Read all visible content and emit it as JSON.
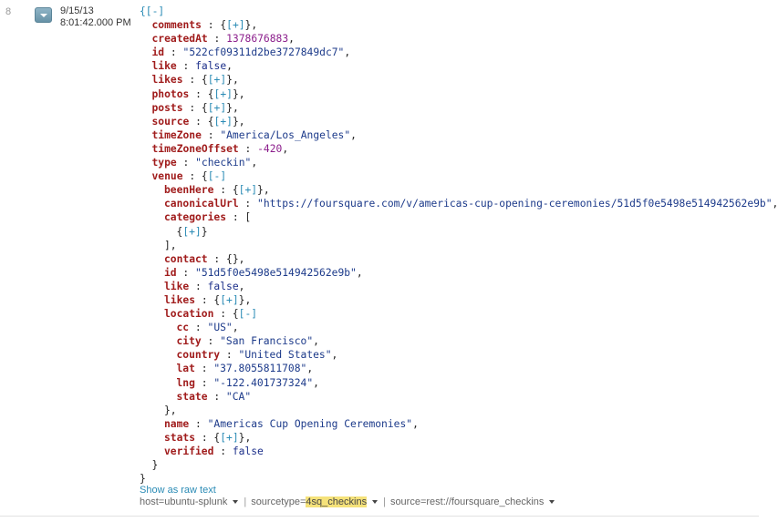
{
  "event": {
    "row_number": "8",
    "date": "9/15/13",
    "time": "8:01:42.000 PM",
    "toggle_icon": "chevron-down-icon"
  },
  "json_lines": [
    {
      "i": 0,
      "parts": [
        [
          "t",
          "{[-]"
        ]
      ]
    },
    {
      "i": 1,
      "parts": [
        [
          "k",
          "comments"
        ],
        [
          "p",
          " : {"
        ],
        [
          "t",
          "[+]"
        ],
        [
          "p",
          "},"
        ]
      ]
    },
    {
      "i": 1,
      "parts": [
        [
          "k",
          "createdAt"
        ],
        [
          "p",
          " : "
        ],
        [
          "n",
          "1378676883"
        ],
        [
          "p",
          ","
        ]
      ]
    },
    {
      "i": 1,
      "parts": [
        [
          "k",
          "id"
        ],
        [
          "p",
          " : "
        ],
        [
          "s",
          "\"522cf09311d2be3727849dc7\""
        ],
        [
          "p",
          ","
        ]
      ]
    },
    {
      "i": 1,
      "parts": [
        [
          "k",
          "like"
        ],
        [
          "p",
          " : "
        ],
        [
          "b",
          "false"
        ],
        [
          "p",
          ","
        ]
      ]
    },
    {
      "i": 1,
      "parts": [
        [
          "k",
          "likes"
        ],
        [
          "p",
          " : {"
        ],
        [
          "t",
          "[+]"
        ],
        [
          "p",
          "},"
        ]
      ]
    },
    {
      "i": 1,
      "parts": [
        [
          "k",
          "photos"
        ],
        [
          "p",
          " : {"
        ],
        [
          "t",
          "[+]"
        ],
        [
          "p",
          "},"
        ]
      ]
    },
    {
      "i": 1,
      "parts": [
        [
          "k",
          "posts"
        ],
        [
          "p",
          " : {"
        ],
        [
          "t",
          "[+]"
        ],
        [
          "p",
          "},"
        ]
      ]
    },
    {
      "i": 1,
      "parts": [
        [
          "k",
          "source"
        ],
        [
          "p",
          " : {"
        ],
        [
          "t",
          "[+]"
        ],
        [
          "p",
          "},"
        ]
      ]
    },
    {
      "i": 1,
      "parts": [
        [
          "k",
          "timeZone"
        ],
        [
          "p",
          " : "
        ],
        [
          "s",
          "\"America/Los_Angeles\""
        ],
        [
          "p",
          ","
        ]
      ]
    },
    {
      "i": 1,
      "parts": [
        [
          "k",
          "timeZoneOffset"
        ],
        [
          "p",
          " : "
        ],
        [
          "n",
          "-420"
        ],
        [
          "p",
          ","
        ]
      ]
    },
    {
      "i": 1,
      "parts": [
        [
          "k",
          "type"
        ],
        [
          "p",
          " : "
        ],
        [
          "s",
          "\"checkin\""
        ],
        [
          "p",
          ","
        ]
      ]
    },
    {
      "i": 1,
      "parts": [
        [
          "k",
          "venue"
        ],
        [
          "p",
          " : {"
        ],
        [
          "t",
          "[-]"
        ]
      ]
    },
    {
      "i": 2,
      "parts": [
        [
          "k",
          "beenHere"
        ],
        [
          "p",
          " : {"
        ],
        [
          "t",
          "[+]"
        ],
        [
          "p",
          "},"
        ]
      ]
    },
    {
      "i": 2,
      "parts": [
        [
          "k",
          "canonicalUrl"
        ],
        [
          "p",
          " : "
        ],
        [
          "s",
          "\"https://foursquare.com/v/americas-cup-opening-ceremonies/51d5f0e5498e514942562e9b\""
        ],
        [
          "p",
          ","
        ]
      ]
    },
    {
      "i": 2,
      "parts": [
        [
          "k",
          "categories"
        ],
        [
          "p",
          " : ["
        ]
      ]
    },
    {
      "i": 3,
      "parts": [
        [
          "p",
          "{"
        ],
        [
          "t",
          "[+]"
        ],
        [
          "p",
          "}"
        ]
      ]
    },
    {
      "i": 2,
      "parts": [
        [
          "p",
          "],"
        ]
      ]
    },
    {
      "i": 2,
      "parts": [
        [
          "k",
          "contact"
        ],
        [
          "p",
          " : {},"
        ]
      ]
    },
    {
      "i": 2,
      "parts": [
        [
          "k",
          "id"
        ],
        [
          "p",
          " : "
        ],
        [
          "s",
          "\"51d5f0e5498e514942562e9b\""
        ],
        [
          "p",
          ","
        ]
      ]
    },
    {
      "i": 2,
      "parts": [
        [
          "k",
          "like"
        ],
        [
          "p",
          " : "
        ],
        [
          "b",
          "false"
        ],
        [
          "p",
          ","
        ]
      ]
    },
    {
      "i": 2,
      "parts": [
        [
          "k",
          "likes"
        ],
        [
          "p",
          " : {"
        ],
        [
          "t",
          "[+]"
        ],
        [
          "p",
          "},"
        ]
      ]
    },
    {
      "i": 2,
      "parts": [
        [
          "k",
          "location"
        ],
        [
          "p",
          " : {"
        ],
        [
          "t",
          "[-]"
        ]
      ]
    },
    {
      "i": 3,
      "parts": [
        [
          "k",
          "cc"
        ],
        [
          "p",
          " : "
        ],
        [
          "s",
          "\"US\""
        ],
        [
          "p",
          ","
        ]
      ]
    },
    {
      "i": 3,
      "parts": [
        [
          "k",
          "city"
        ],
        [
          "p",
          " : "
        ],
        [
          "s",
          "\"San Francisco\""
        ],
        [
          "p",
          ","
        ]
      ]
    },
    {
      "i": 3,
      "parts": [
        [
          "k",
          "country"
        ],
        [
          "p",
          " : "
        ],
        [
          "s",
          "\"United States\""
        ],
        [
          "p",
          ","
        ]
      ]
    },
    {
      "i": 3,
      "parts": [
        [
          "k",
          "lat"
        ],
        [
          "p",
          " : "
        ],
        [
          "s",
          "\"37.8055811708\""
        ],
        [
          "p",
          ","
        ]
      ]
    },
    {
      "i": 3,
      "parts": [
        [
          "k",
          "lng"
        ],
        [
          "p",
          " : "
        ],
        [
          "s",
          "\"-122.401737324\""
        ],
        [
          "p",
          ","
        ]
      ]
    },
    {
      "i": 3,
      "parts": [
        [
          "k",
          "state"
        ],
        [
          "p",
          " : "
        ],
        [
          "s",
          "\"CA\""
        ]
      ]
    },
    {
      "i": 2,
      "parts": [
        [
          "p",
          "},"
        ]
      ]
    },
    {
      "i": 2,
      "parts": [
        [
          "k",
          "name"
        ],
        [
          "p",
          " : "
        ],
        [
          "s",
          "\"Americas Cup Opening Ceremonies\""
        ],
        [
          "p",
          ","
        ]
      ]
    },
    {
      "i": 2,
      "parts": [
        [
          "k",
          "stats"
        ],
        [
          "p",
          " : {"
        ],
        [
          "t",
          "[+]"
        ],
        [
          "p",
          "},"
        ]
      ]
    },
    {
      "i": 2,
      "parts": [
        [
          "k",
          "verified"
        ],
        [
          "p",
          " : "
        ],
        [
          "b",
          "false"
        ]
      ]
    },
    {
      "i": 1,
      "parts": [
        [
          "p",
          "}"
        ]
      ]
    },
    {
      "i": 0,
      "parts": [
        [
          "p",
          "}"
        ]
      ]
    }
  ],
  "raw_link": "Show as raw text",
  "fields": [
    {
      "key": "host=",
      "value": "ubuntu-splunk",
      "highlight": false
    },
    {
      "key": "sourcetype=",
      "value": "4sq_checkins",
      "highlight": true
    },
    {
      "key": "source=",
      "value": "rest://foursquare_checkins",
      "highlight": false
    }
  ],
  "separator": "|",
  "colors": {
    "key": "#a01c1c",
    "string": "#1c3a8a",
    "number": "#8b1d8b",
    "toggle": "#2a8bb5",
    "highlight": "#f5e27a"
  }
}
